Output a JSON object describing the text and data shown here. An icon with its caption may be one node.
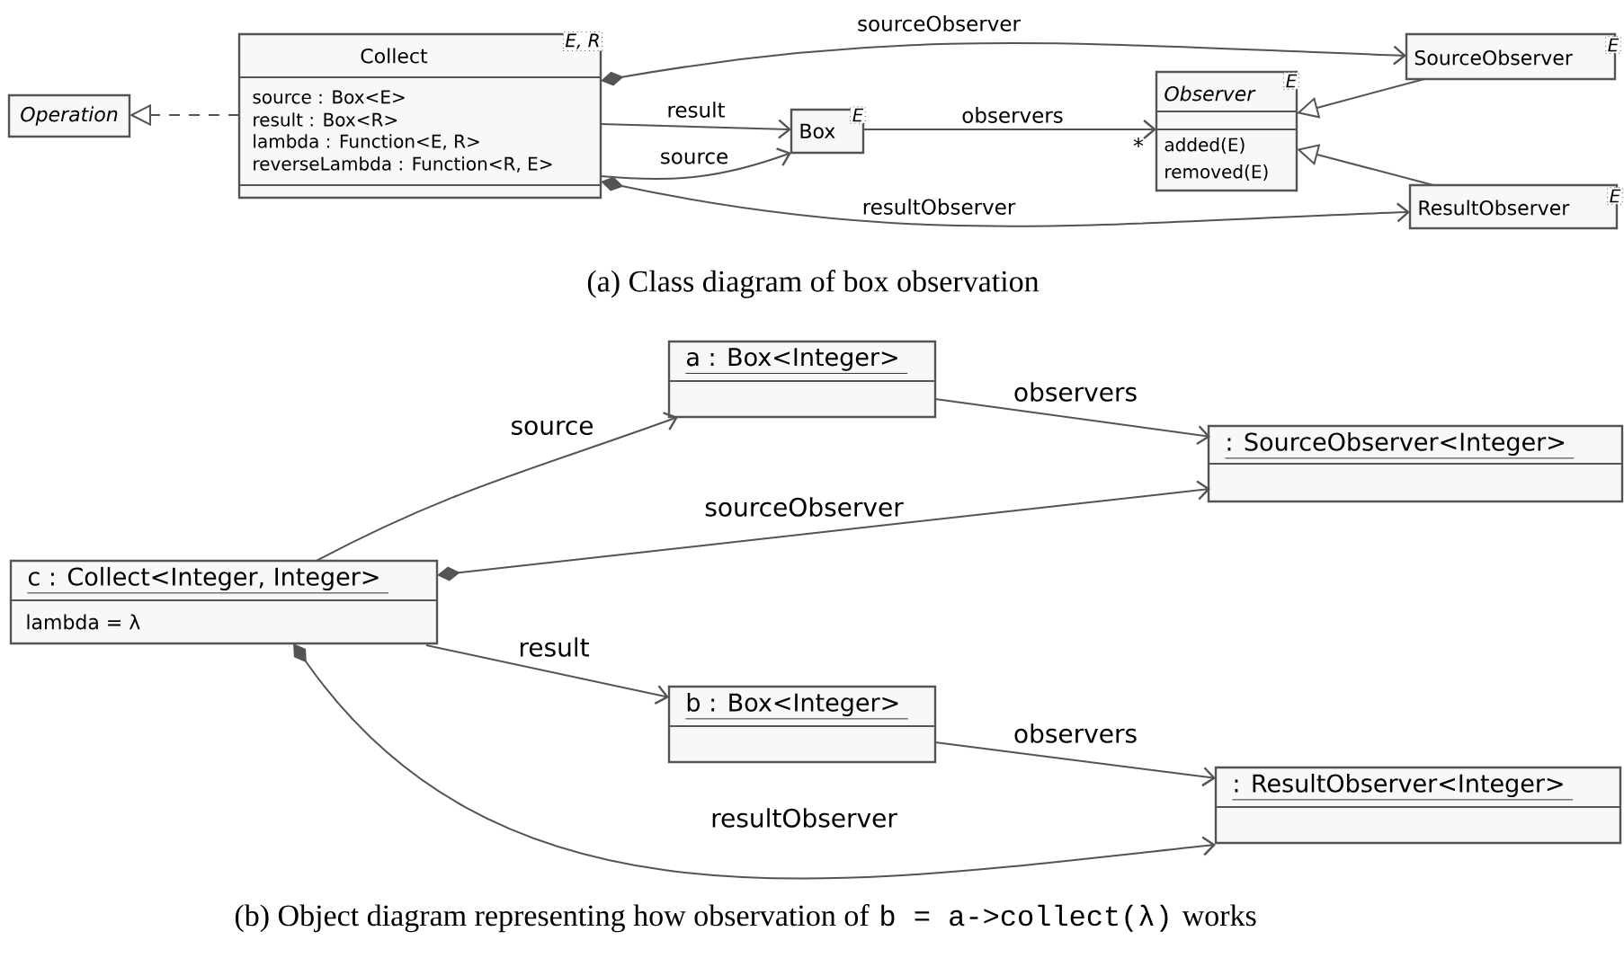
{
  "diagram": {
    "nodes": [
      {
        "text": [
          "Operation"
        ]
      },
      {
        "text": [
          "Collect",
          "E, R",
          "source : Box<E>",
          "result : Box<R>",
          "lambda : Function<E, R>",
          "reverseLambda : Function<R, E>"
        ]
      },
      {
        "text": [
          "Box",
          "E"
        ]
      },
      {
        "text": [
          "Observer",
          "E",
          "added(E)",
          "removed(E)"
        ]
      },
      {
        "text": [
          "SourceObserver",
          "E"
        ]
      },
      {
        "text": [
          "ResultObserver",
          "E"
        ]
      },
      {
        "text": [
          "a : Box<Integer>"
        ]
      },
      {
        "text": [
          ": SourceObserver<Integer>"
        ]
      },
      {
        "text": [
          "c : Collect<Integer, Integer>",
          "lambda = λ"
        ]
      },
      {
        "text": [
          "b : Box<Integer>"
        ]
      },
      {
        "text": [
          ": ResultObserver<Integer>"
        ]
      }
    ],
    "edges": [
      {
        "from": 1,
        "to": 0,
        "arrow": "to",
        "style": "dashed"
      },
      {
        "from": 1,
        "to": 4,
        "arrow": "to",
        "label": "sourceObserver"
      },
      {
        "from": 1,
        "to": 2,
        "arrow": "to",
        "label": "result"
      },
      {
        "from": 1,
        "to": 2,
        "arrow": "to",
        "label": "source"
      },
      {
        "from": 1,
        "to": 5,
        "arrow": "to",
        "label": "resultObserver"
      },
      {
        "from": 2,
        "to": 3,
        "arrow": "to",
        "label": "observers"
      },
      {
        "from": 4,
        "to": 3,
        "arrow": "to"
      },
      {
        "from": 5,
        "to": 3,
        "arrow": "to"
      },
      {
        "from": 8,
        "to": 6,
        "arrow": "to",
        "label": "source"
      },
      {
        "from": 6,
        "to": 7,
        "arrow": "to",
        "label": "observers"
      },
      {
        "from": 8,
        "to": 7,
        "arrow": "to",
        "label": "sourceObserver"
      },
      {
        "from": 8,
        "to": 9,
        "arrow": "to",
        "label": "result"
      },
      {
        "from": 9,
        "to": 10,
        "arrow": "to",
        "label": "observers"
      },
      {
        "from": 8,
        "to": 10,
        "arrow": "to",
        "label": "resultObserver"
      }
    ],
    "labels": [
      "*",
      "(a) Class diagram of box observation",
      "(b) Object diagram representing how observation of",
      "b = a->collect(λ)",
      "works"
    ]
  }
}
